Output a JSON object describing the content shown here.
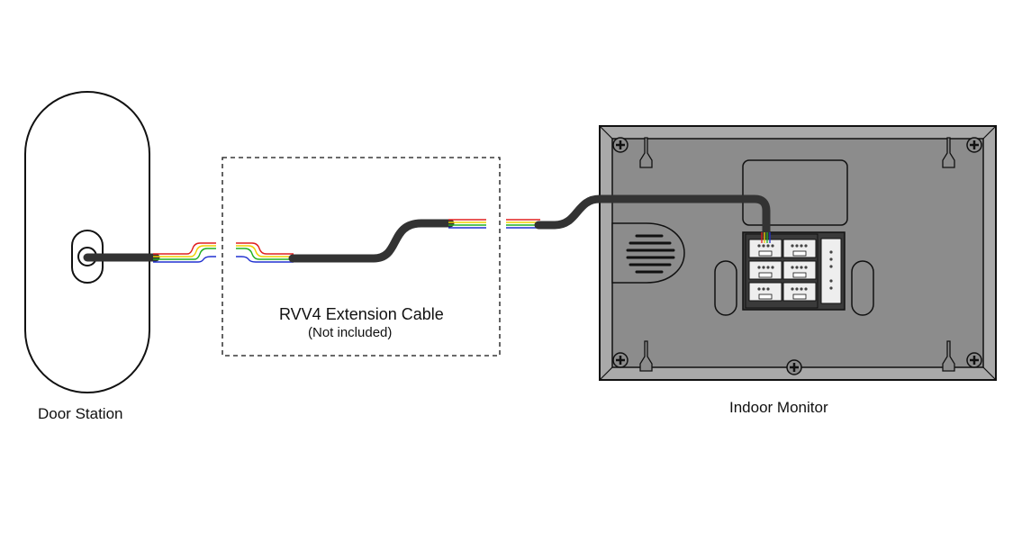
{
  "diagram": {
    "door_station": {
      "label": "Door Station"
    },
    "extension_cable": {
      "label": "RVV4 Extension Cable",
      "note": "(Not included)"
    },
    "indoor_monitor": {
      "label": "Indoor Monitor"
    }
  },
  "colors": {
    "cable": "#333333",
    "outline": "#111111",
    "monitor_body": "#8c8c8c",
    "monitor_frame": "#a9a9a9",
    "wire_red": "#e02020",
    "wire_yellow": "#f0d000",
    "wire_green": "#22b022",
    "wire_blue": "#2030d0"
  },
  "icons": [
    "screw-icon",
    "keyhole-icon",
    "speaker-grille-icon",
    "connector-icon"
  ]
}
